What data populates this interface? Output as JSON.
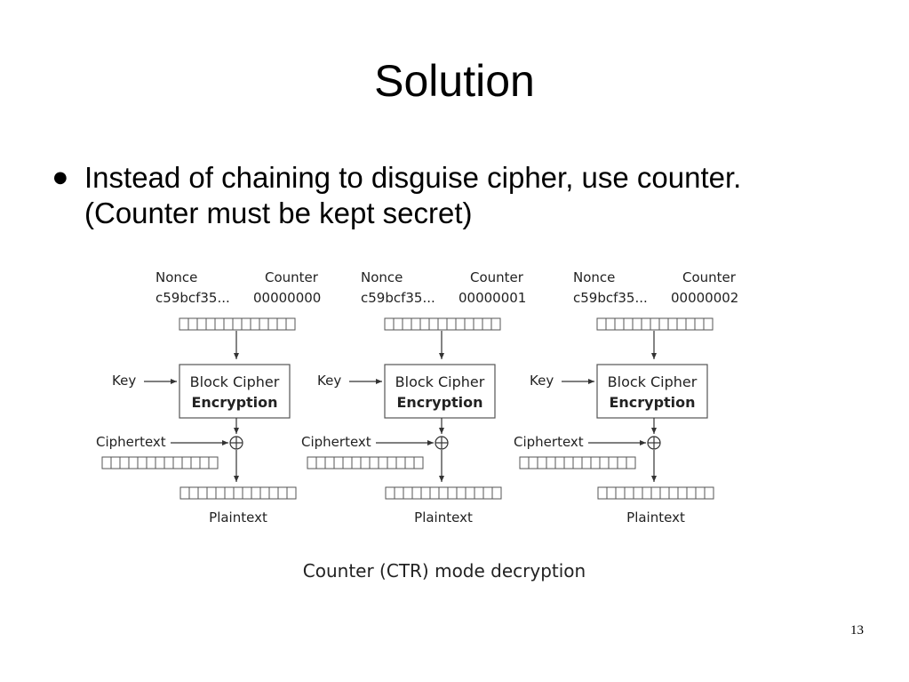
{
  "slide": {
    "title": "Solution",
    "bullet": "Instead of chaining to disguise cipher, use counter.(Counter must be kept secret)",
    "page_number": "13"
  },
  "diagram": {
    "caption": "Counter (CTR) mode decryption",
    "blocks": [
      {
        "nonce_label": "Nonce",
        "counter_label": "Counter",
        "nonce_value": "c59bcf35...",
        "counter_value": "00000000",
        "key_label": "Key",
        "cipher_line1": "Block Cipher",
        "cipher_line2": "Encryption",
        "ciphertext_label": "Ciphertext",
        "plaintext_label": "Plaintext"
      },
      {
        "nonce_label": "Nonce",
        "counter_label": "Counter",
        "nonce_value": "c59bcf35...",
        "counter_value": "00000001",
        "key_label": "Key",
        "cipher_line1": "Block Cipher",
        "cipher_line2": "Encryption",
        "ciphertext_label": "Ciphertext",
        "plaintext_label": "Plaintext"
      },
      {
        "nonce_label": "Nonce",
        "counter_label": "Counter",
        "nonce_value": "c59bcf35...",
        "counter_value": "00000002",
        "key_label": "Key",
        "cipher_line1": "Block Cipher",
        "cipher_line2": "Encryption",
        "ciphertext_label": "Ciphertext",
        "plaintext_label": "Plaintext"
      }
    ]
  }
}
